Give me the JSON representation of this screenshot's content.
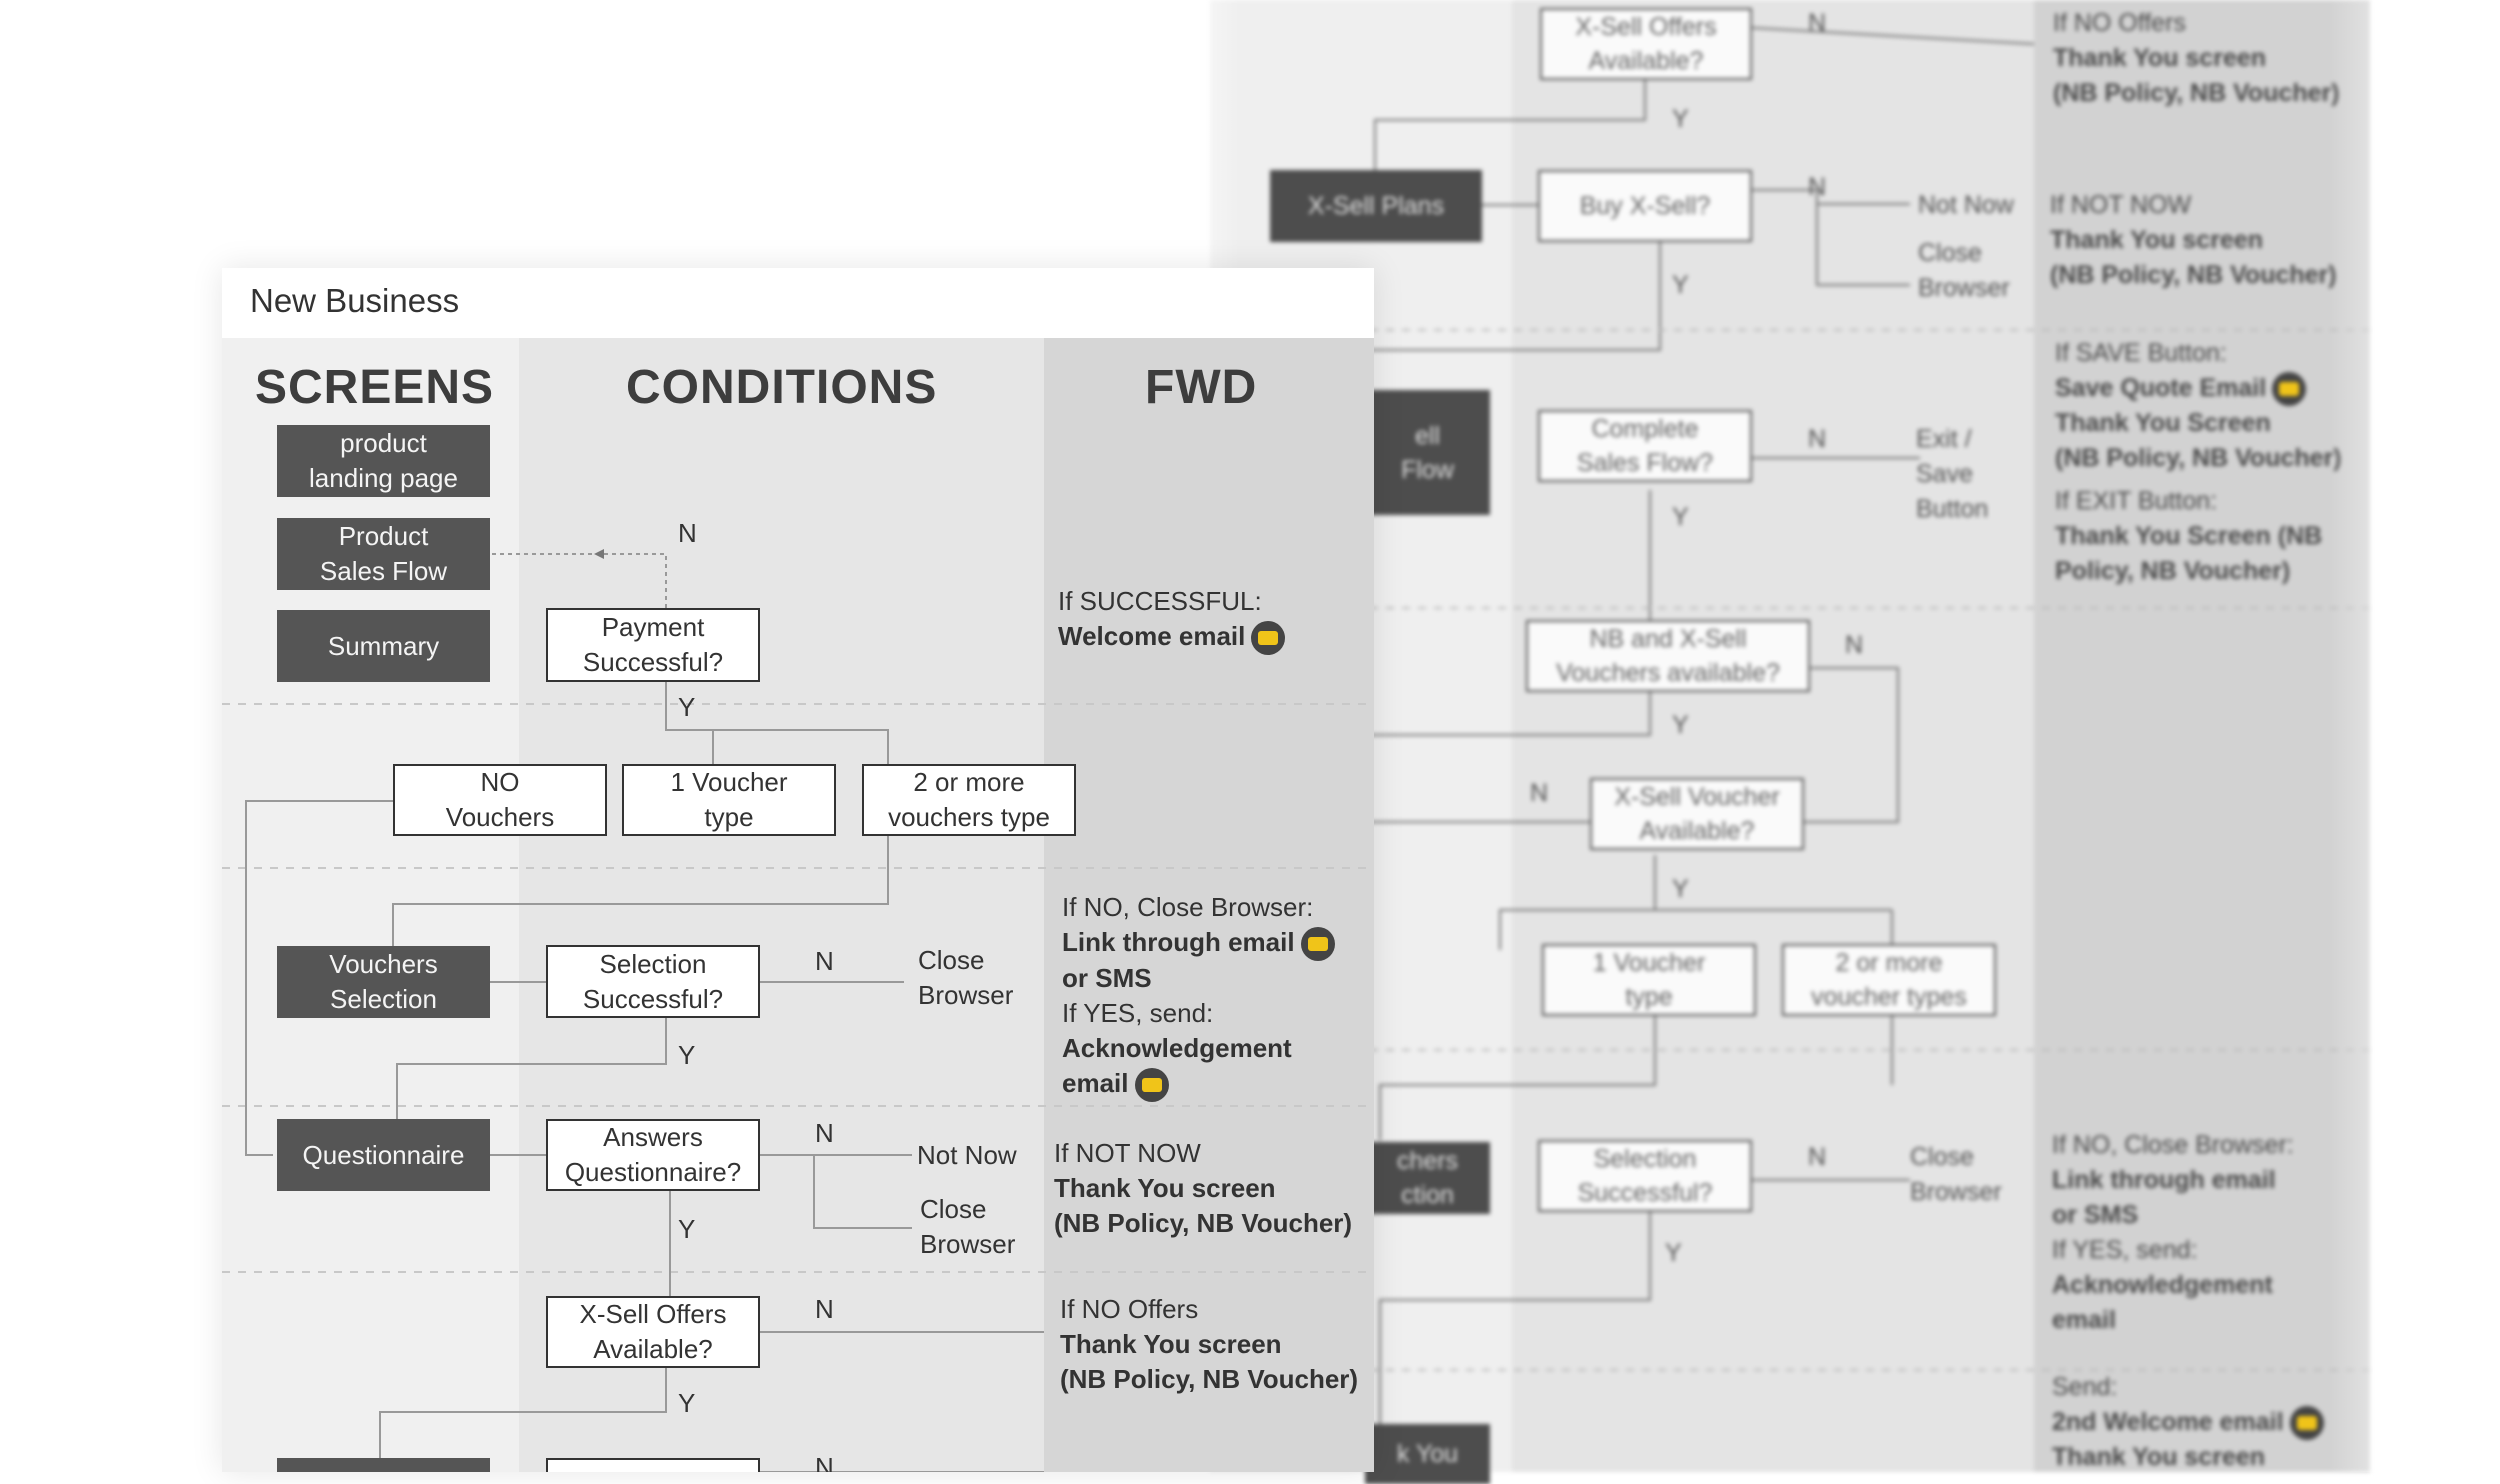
{
  "background_sheet": {
    "rows": [
      {
        "condition": "X-Sell Offers\nAvailable?",
        "n_label": "N",
        "y_label": "Y",
        "fwd_title": "If NO Offers",
        "fwd_lines": [
          "Thank You screen",
          "(NB Policy, NB Voucher)"
        ]
      },
      {
        "screen": "X-Sell Plans",
        "condition": "Buy X-Sell?",
        "n_label": "N",
        "y_label": "Y",
        "options": [
          "Not Now",
          "Close\nBrowser"
        ],
        "fwd_title": "If NOT NOW",
        "fwd_lines": [
          "Thank You screen",
          "(NB Policy, NB Voucher)"
        ]
      },
      {
        "screen": "ell\nFlow",
        "condition": "Complete\nSales Flow?",
        "n_label": "N",
        "y_label": "Y",
        "options": [
          "Exit /\nSave\nButton"
        ],
        "fwd_title": "If SAVE Button:",
        "fwd_lines": [
          "Save Quote Email",
          "Thank You Screen",
          "(NB Policy, NB Voucher)"
        ],
        "fwd_title2": "If EXIT Button:",
        "fwd_lines2": [
          "Thank You Screen (NB",
          "Policy, NB Voucher)"
        ]
      },
      {
        "condition": "NB and X-Sell\nVouchers available?",
        "n_label": "N",
        "y_label": "Y"
      },
      {
        "condition": "X-Sell Voucher\nAvailable?",
        "n_label": "N",
        "y_label": "Y"
      },
      {
        "options": [
          "1 Voucher\ntype",
          "2 or more\nvoucher types"
        ]
      },
      {
        "screen": "chers\nction",
        "condition": "Selection\nSuccessful?",
        "n_label": "N",
        "y_label": "Y",
        "options": [
          "Close\nBrowser"
        ],
        "fwd_title": "If NO, Close Browser:",
        "fwd_lines": [
          "Link through email",
          "or SMS"
        ],
        "fwd_title2": "If YES, send:",
        "fwd_lines2": [
          "Acknowledgement",
          "email"
        ]
      },
      {
        "screen": "k You",
        "fwd_title": "Send:",
        "fwd_lines": [
          "2nd Welcome email",
          "Thank You screen"
        ]
      }
    ]
  },
  "panel": {
    "title": "New Business",
    "columns": {
      "screens": "SCREENS",
      "conditions": "CONDITIONS",
      "fwd": "FWD"
    },
    "screens": {
      "landing": "product\nlanding page",
      "sales_flow": "Product\nSales Flow",
      "summary": "Summary",
      "vouchers_selection": "Vouchers\nSelection",
      "questionnaire": "Questionnaire"
    },
    "conditions": {
      "payment": "Payment\nSuccessful?",
      "no_vouchers": "NO\nVouchers",
      "one_voucher": "1 Voucher\ntype",
      "two_vouchers": "2 or more\nvouchers type",
      "selection": "Selection\nSuccessful?",
      "answers": "Answers\nQuestionnaire?",
      "xsell": "X-Sell Offers\nAvailable?"
    },
    "edge_labels": {
      "payment_n": "N",
      "payment_y": "Y",
      "selection_n": "N",
      "selection_y": "Y",
      "answers_n": "N",
      "answers_y": "Y",
      "xsell_n": "N",
      "xsell_y": "Y",
      "bottom_n": "N"
    },
    "options": {
      "close_browser_1": "Close\nBrowser",
      "not_now": "Not Now",
      "close_browser_2": "Close\nBrowser"
    },
    "fwd": {
      "payment_title": "If SUCCESSFUL:",
      "payment_action": "Welcome email",
      "selection_title": "If NO, Close Browser:",
      "selection_action_1": "Link through email",
      "selection_action_2": "or SMS",
      "selection_title_2": "If YES, send:",
      "selection_action_3": "Acknowledgement",
      "selection_action_4": "email",
      "answers_title": "If NOT NOW",
      "answers_action_1": "Thank You screen",
      "answers_action_2": "(NB Policy, NB Voucher)",
      "xsell_title": "If NO Offers",
      "xsell_action_1": "Thank You screen",
      "xsell_action_2": "(NB Policy, NB Voucher)"
    }
  },
  "icons": {
    "email": "email-icon"
  },
  "colors": {
    "screen_box": "#555555",
    "conditions_bg": "#e6e6e6",
    "fwd_bg": "#d6d6d6",
    "screens_bg": "#f0f0f0",
    "email_badge": "#f0c419"
  }
}
